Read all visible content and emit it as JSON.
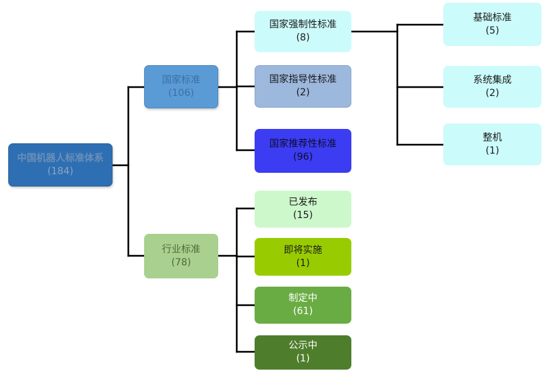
{
  "diagram": {
    "root": {
      "label": "中国机器人标准体系",
      "count": "(184)"
    },
    "national": {
      "label": "国家标准",
      "count": "(106)"
    },
    "industry": {
      "label": "行业标准",
      "count": "(78)"
    },
    "mandatory": {
      "label": "国家强制性标准",
      "count": "(8)"
    },
    "guiding": {
      "label": "国家指导性标准",
      "count": "(2)"
    },
    "recommended": {
      "label": "国家推荐性标准",
      "count": "(96)"
    },
    "basic": {
      "label": "基础标准",
      "count": "(5)"
    },
    "system": {
      "label": "系统集成",
      "count": "(2)"
    },
    "machine": {
      "label": "整机",
      "count": "(1)"
    },
    "published": {
      "label": "已发布",
      "count": "(15)"
    },
    "upcoming": {
      "label": "即将实施",
      "count": "(1)"
    },
    "drafting": {
      "label": "制定中",
      "count": "(61)"
    },
    "public": {
      "label": "公示中",
      "count": "(1)"
    }
  },
  "colors": {
    "line": "#000000",
    "root": "#2e6fb3",
    "national": "#5b9bd5",
    "industry": "#a9d08e",
    "mandatory": "#ccfbfb",
    "guiding": "#9db8dd",
    "recommended": "#3c3cf2",
    "published": "#ccf8cc",
    "upcoming": "#99cc00",
    "drafting": "#6aac44",
    "public": "#4e7e2c"
  }
}
